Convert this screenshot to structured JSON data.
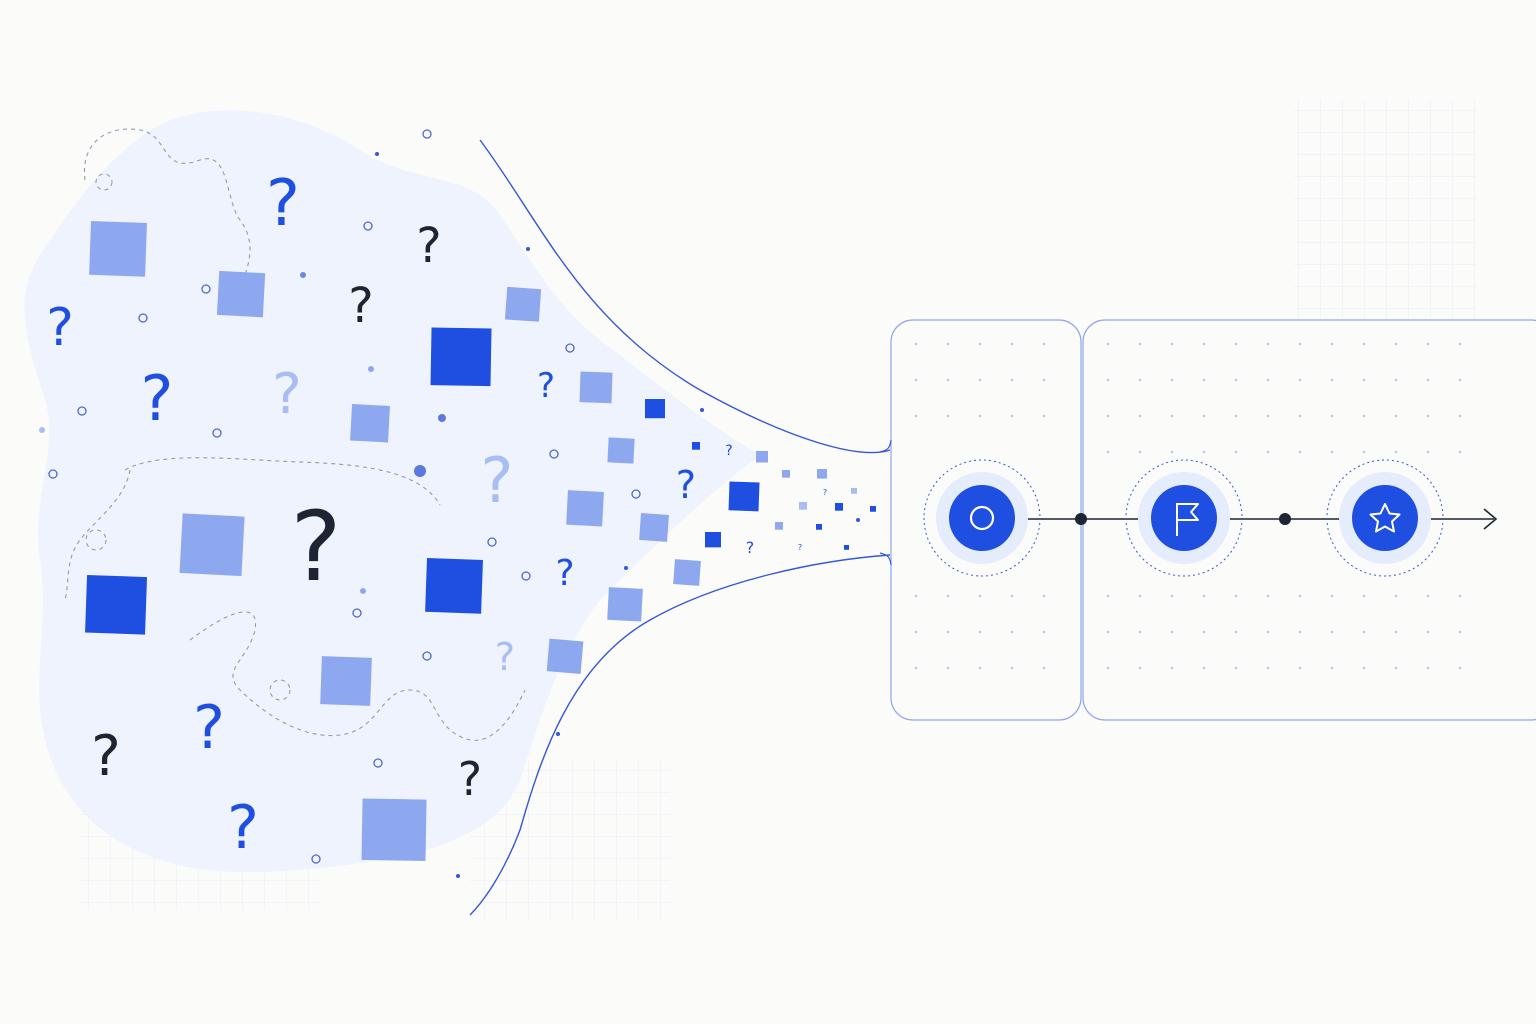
{
  "colors": {
    "background": "#fbfbfa",
    "cloud": "#eef3fd",
    "primary_blue": "#1f4fe0",
    "light_blue": "#8ea8f0",
    "pale_blue": "#a9bdf5",
    "dark_ink": "#1d2433",
    "grid_line": "#d7e0f7",
    "panel_border": "#8fa6ea"
  },
  "scene": {
    "description_words": [],
    "chaos_area": {
      "shapes": [
        "question-mark",
        "square-note",
        "ring-dot",
        "dot",
        "dashed-trail"
      ]
    },
    "funnel": {
      "shape": "converging-curves"
    },
    "pipeline": {
      "steps": [
        {
          "icon": "circle-icon"
        },
        {
          "icon": "flag-icon"
        },
        {
          "icon": "star-icon"
        }
      ],
      "end": "arrow-head"
    }
  }
}
